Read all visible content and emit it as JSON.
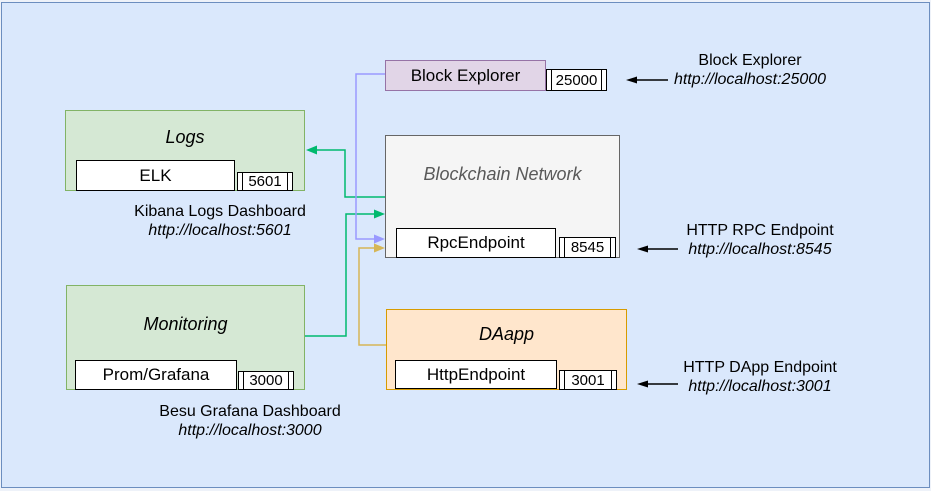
{
  "colors": {
    "canvas_bg": "#dae8fc",
    "canvas_border": "#6c8ebf",
    "green_fill": "#d5e8d4",
    "green_stroke": "#82b366",
    "purple_fill": "#e1d5e7",
    "purple_stroke": "#9673a6",
    "orange_fill": "#ffe6cc",
    "orange_stroke": "#d79b00",
    "gray_fill": "#f5f5f5",
    "gray_stroke": "#666666",
    "gray_title": "#595959",
    "node_fill": "#ffffff",
    "node_stroke": "#000000",
    "conn_green": "#00b96e",
    "conn_purple": "#9999ff",
    "conn_orange": "#d6b656",
    "conn_black": "#000000"
  },
  "nodes": {
    "logs": {
      "title": "Logs",
      "endpoint": "ELK",
      "port": "5601"
    },
    "monitoring": {
      "title": "Monitoring",
      "endpoint": "Prom/Grafana",
      "port": "3000"
    },
    "block_explorer": {
      "label": "Block Explorer",
      "port": "25000"
    },
    "blockchain_network": {
      "title": "Blockchain Network",
      "endpoint": "RpcEndpoint",
      "port": "8545"
    },
    "daapp": {
      "title": "DAapp",
      "endpoint": "HttpEndpoint",
      "port": "3001"
    }
  },
  "captions": {
    "kibana": {
      "line1": "Kibana Logs Dashboard",
      "line2": "http://localhost:5601"
    },
    "grafana": {
      "line1": "Besu Grafana Dashboard",
      "line2": "http://localhost:3000"
    }
  },
  "annotations": {
    "block_explorer": {
      "line1": "Block Explorer",
      "line2": "http://localhost:25000"
    },
    "rpc": {
      "line1": "HTTP RPC Endpoint",
      "line2": "http://localhost:8545"
    },
    "dapp": {
      "line1": "HTTP DApp Endpoint",
      "line2": "http://localhost:3001"
    }
  }
}
